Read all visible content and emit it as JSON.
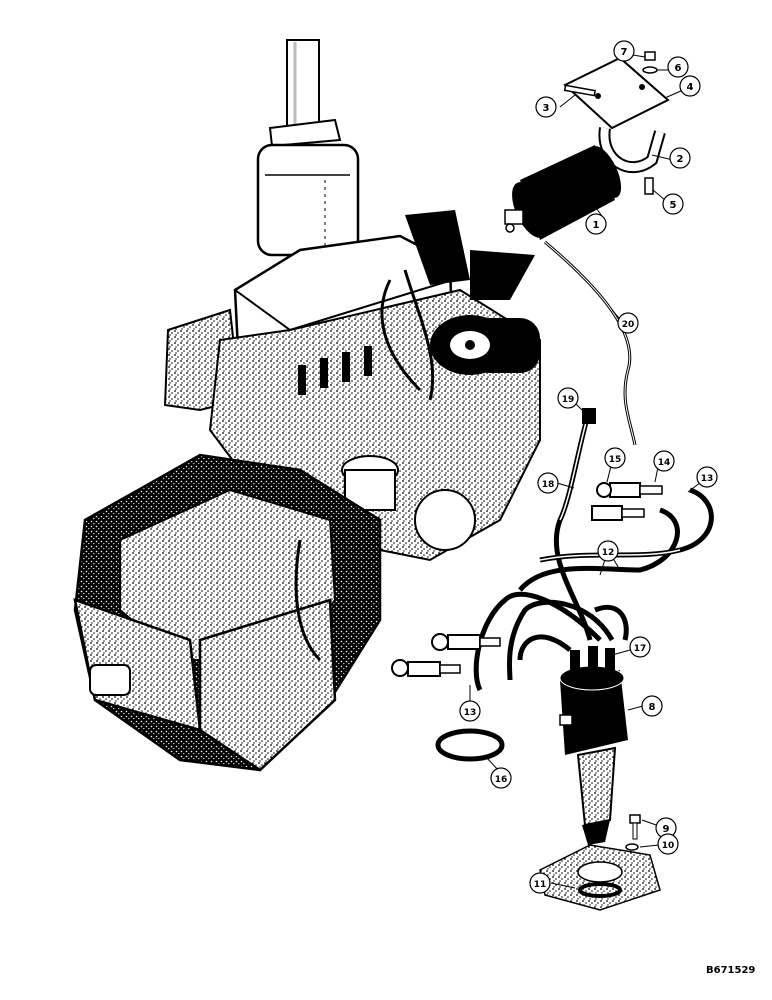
{
  "diagram": {
    "reference_number": "B671529",
    "callouts": [
      {
        "id": "c1",
        "label": "1"
      },
      {
        "id": "c2",
        "label": "2"
      },
      {
        "id": "c3",
        "label": "3"
      },
      {
        "id": "c4",
        "label": "4"
      },
      {
        "id": "c5",
        "label": "5"
      },
      {
        "id": "c6",
        "label": "6"
      },
      {
        "id": "c7",
        "label": "7"
      },
      {
        "id": "c8",
        "label": "8"
      },
      {
        "id": "c9",
        "label": "9"
      },
      {
        "id": "c10",
        "label": "10"
      },
      {
        "id": "c11",
        "label": "11"
      },
      {
        "id": "c12",
        "label": "12"
      },
      {
        "id": "c13a",
        "label": "13"
      },
      {
        "id": "c13b",
        "label": "13"
      },
      {
        "id": "c14",
        "label": "14"
      },
      {
        "id": "c15",
        "label": "15"
      },
      {
        "id": "c16",
        "label": "16"
      },
      {
        "id": "c17",
        "label": "17"
      },
      {
        "id": "c18",
        "label": "18"
      },
      {
        "id": "c19",
        "label": "19"
      },
      {
        "id": "c20",
        "label": "20"
      }
    ]
  }
}
